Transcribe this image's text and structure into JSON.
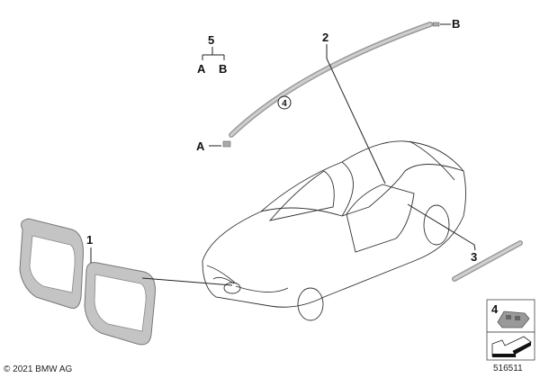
{
  "diagram": {
    "callouts": {
      "part1": "1",
      "part2": "2",
      "part3": "3",
      "part4_circled": "4",
      "part5": "5",
      "part5_branch_a": "A",
      "part5_branch_b": "B",
      "end_a": "A",
      "end_b": "B"
    },
    "legend_box": {
      "part_number": "4"
    },
    "image_number": "516511",
    "copyright": "© 2021 BMW AG",
    "colors": {
      "line": "#333333",
      "part_fill": "#bdbdbd",
      "text": "#111111"
    }
  }
}
